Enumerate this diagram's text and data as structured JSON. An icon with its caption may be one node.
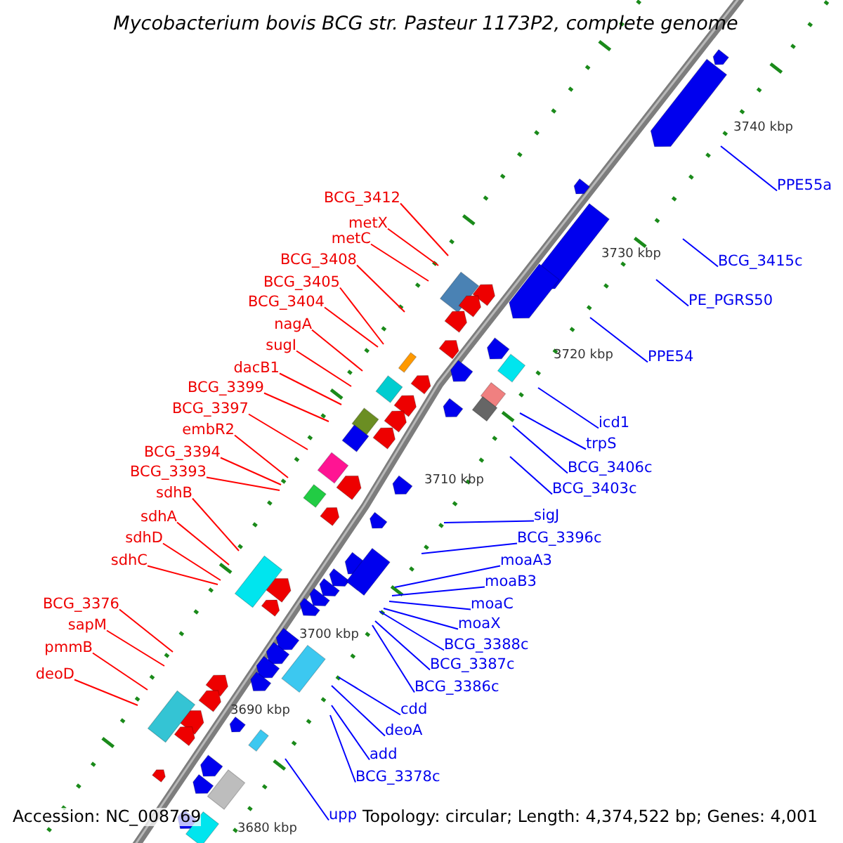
{
  "diagram": {
    "title": "Mycobacterium bovis BCG str. Pasteur 1173P2, complete genome",
    "nodes": [
      {
        "text": [
          "BCG_3412"
        ]
      },
      {
        "text": [
          "metX"
        ]
      },
      {
        "text": [
          "metC"
        ]
      },
      {
        "text": [
          "BCG_3408"
        ]
      },
      {
        "text": [
          "BCG_3405"
        ]
      },
      {
        "text": [
          "BCG_3404"
        ]
      },
      {
        "text": [
          "nagA"
        ]
      },
      {
        "text": [
          "sugI"
        ]
      },
      {
        "text": [
          "dacB1"
        ]
      },
      {
        "text": [
          "BCG_3399"
        ]
      },
      {
        "text": [
          "BCG_3397"
        ]
      },
      {
        "text": [
          "embR2"
        ]
      },
      {
        "text": [
          "BCG_3394"
        ]
      },
      {
        "text": [
          "BCG_3393"
        ]
      },
      {
        "text": [
          "sdhB"
        ]
      },
      {
        "text": [
          "sdhA"
        ]
      },
      {
        "text": [
          "sdhD"
        ]
      },
      {
        "text": [
          "sdhC"
        ]
      },
      {
        "text": [
          "BCG_3376"
        ]
      },
      {
        "text": [
          "sapM"
        ]
      },
      {
        "text": [
          "pmmB"
        ]
      },
      {
        "text": [
          "deoD"
        ]
      },
      {
        "text": [
          "PPE55a"
        ]
      },
      {
        "text": [
          "BCG_3415c"
        ]
      },
      {
        "text": [
          "PE_PGRS50"
        ]
      },
      {
        "text": [
          "PPE54"
        ]
      },
      {
        "text": [
          "icd1"
        ]
      },
      {
        "text": [
          "trpS"
        ]
      },
      {
        "text": [
          "BCG_3406c"
        ]
      },
      {
        "text": [
          "BCG_3403c"
        ]
      },
      {
        "text": [
          "sigJ"
        ]
      },
      {
        "text": [
          "BCG_3396c"
        ]
      },
      {
        "text": [
          "moaA3"
        ]
      },
      {
        "text": [
          "moaB3"
        ]
      },
      {
        "text": [
          "moaC"
        ]
      },
      {
        "text": [
          "moaX"
        ]
      },
      {
        "text": [
          "BCG_3388c"
        ]
      },
      {
        "text": [
          "BCG_3387c"
        ]
      },
      {
        "text": [
          "BCG_3386c"
        ]
      },
      {
        "text": [
          "cdd"
        ]
      },
      {
        "text": [
          "deoA"
        ]
      },
      {
        "text": [
          "add"
        ]
      },
      {
        "text": [
          "BCG_3378c"
        ]
      },
      {
        "text": [
          "upp"
        ]
      }
    ],
    "edges": [
      {
        "from": 0,
        "to": null,
        "arrow": "none",
        "color": "#ff0000"
      },
      {
        "from": 1,
        "to": null,
        "arrow": "none",
        "color": "#ff0000"
      },
      {
        "from": 2,
        "to": null,
        "arrow": "none",
        "color": "#ff0000"
      },
      {
        "from": 3,
        "to": null,
        "arrow": "none",
        "color": "#ff0000"
      },
      {
        "from": 4,
        "to": null,
        "arrow": "none",
        "color": "#ff0000"
      },
      {
        "from": 5,
        "to": null,
        "arrow": "none",
        "color": "#ff0000"
      },
      {
        "from": 6,
        "to": null,
        "arrow": "none",
        "color": "#ff0000"
      },
      {
        "from": 7,
        "to": null,
        "arrow": "none",
        "color": "#ff0000"
      },
      {
        "from": 8,
        "to": null,
        "arrow": "none",
        "color": "#ff0000"
      },
      {
        "from": 9,
        "to": null,
        "arrow": "none",
        "color": "#ff0000"
      },
      {
        "from": 10,
        "to": null,
        "arrow": "none",
        "color": "#ff0000"
      },
      {
        "from": 11,
        "to": null,
        "arrow": "none",
        "color": "#ff0000"
      },
      {
        "from": 12,
        "to": null,
        "arrow": "none",
        "color": "#ff0000"
      },
      {
        "from": 13,
        "to": null,
        "arrow": "none",
        "color": "#ff0000"
      },
      {
        "from": 14,
        "to": null,
        "arrow": "none",
        "color": "#ff0000"
      },
      {
        "from": 15,
        "to": null,
        "arrow": "none",
        "color": "#ff0000"
      },
      {
        "from": 16,
        "to": null,
        "arrow": "none",
        "color": "#ff0000"
      },
      {
        "from": 17,
        "to": null,
        "arrow": "none",
        "color": "#ff0000"
      },
      {
        "from": 18,
        "to": null,
        "arrow": "none",
        "color": "#ff0000"
      },
      {
        "from": 19,
        "to": null,
        "arrow": "none",
        "color": "#ff0000"
      },
      {
        "from": 20,
        "to": null,
        "arrow": "none",
        "color": "#ff0000"
      },
      {
        "from": 21,
        "to": null,
        "arrow": "none",
        "color": "#ff0000"
      },
      {
        "from": 22,
        "to": null,
        "arrow": "none",
        "color": "#0000ff"
      },
      {
        "from": 23,
        "to": null,
        "arrow": "none",
        "color": "#0000ff"
      },
      {
        "from": 24,
        "to": null,
        "arrow": "none",
        "color": "#0000ff"
      },
      {
        "from": 25,
        "to": null,
        "arrow": "none",
        "color": "#0000ff"
      },
      {
        "from": 26,
        "to": null,
        "arrow": "none",
        "color": "#0000ff"
      },
      {
        "from": 27,
        "to": null,
        "arrow": "none",
        "color": "#0000ff"
      },
      {
        "from": 28,
        "to": null,
        "arrow": "none",
        "color": "#0000ff"
      },
      {
        "from": 29,
        "to": null,
        "arrow": "none",
        "color": "#0000ff"
      },
      {
        "from": 30,
        "to": null,
        "arrow": "none",
        "color": "#0000ff"
      },
      {
        "from": 31,
        "to": null,
        "arrow": "none",
        "color": "#0000ff"
      },
      {
        "from": 32,
        "to": null,
        "arrow": "none",
        "color": "#0000ff"
      },
      {
        "from": 33,
        "to": null,
        "arrow": "none",
        "color": "#0000ff"
      },
      {
        "from": 34,
        "to": null,
        "arrow": "none",
        "color": "#0000ff"
      },
      {
        "from": 35,
        "to": null,
        "arrow": "none",
        "color": "#0000ff"
      },
      {
        "from": 36,
        "to": null,
        "arrow": "none",
        "color": "#0000ff"
      },
      {
        "from": 37,
        "to": null,
        "arrow": "none",
        "color": "#0000ff"
      },
      {
        "from": 38,
        "to": null,
        "arrow": "none",
        "color": "#0000ff"
      },
      {
        "from": 39,
        "to": null,
        "arrow": "none",
        "color": "#0000ff"
      },
      {
        "from": 40,
        "to": null,
        "arrow": "none",
        "color": "#0000ff"
      },
      {
        "from": 41,
        "to": null,
        "arrow": "none",
        "color": "#0000ff"
      },
      {
        "from": 42,
        "to": null,
        "arrow": "none",
        "color": "#0000ff"
      },
      {
        "from": 43,
        "to": null,
        "arrow": "none",
        "color": "#0000ff"
      }
    ],
    "labels": [
      "3740 kbp",
      "3730 kbp",
      "3720 kbp",
      "3710 kbp",
      "3700 kbp",
      "3690 kbp",
      "3680 kbp",
      "Accession: NC_008769",
      "Topology: circular; Length: 4,374,522 bp; Genes: 4,001"
    ]
  }
}
